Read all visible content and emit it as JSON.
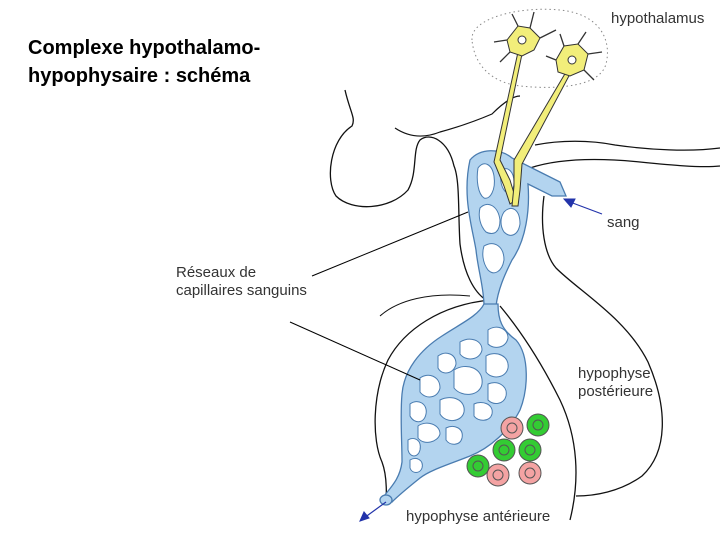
{
  "title": {
    "line1": "Complexe hypothalamo-",
    "line2": "hypophysaire : schéma"
  },
  "labels": {
    "hypothalamus": "hypothalamus",
    "sang": "sang",
    "reseaux_line1": "Réseaux de",
    "reseaux_line2": "capillaires sanguins",
    "posterieure_line1": "hypophyse",
    "posterieure_line2": "postérieure",
    "anterieure": "hypophyse antérieure"
  },
  "colors": {
    "neuron": "#f2ee7a",
    "vessel": "#b3d4ef",
    "vessel_outline": "#4a7cb0",
    "green_cell": "#33cc33",
    "pink_cell": "#f4a3a3",
    "arrow": "#2233aa"
  }
}
